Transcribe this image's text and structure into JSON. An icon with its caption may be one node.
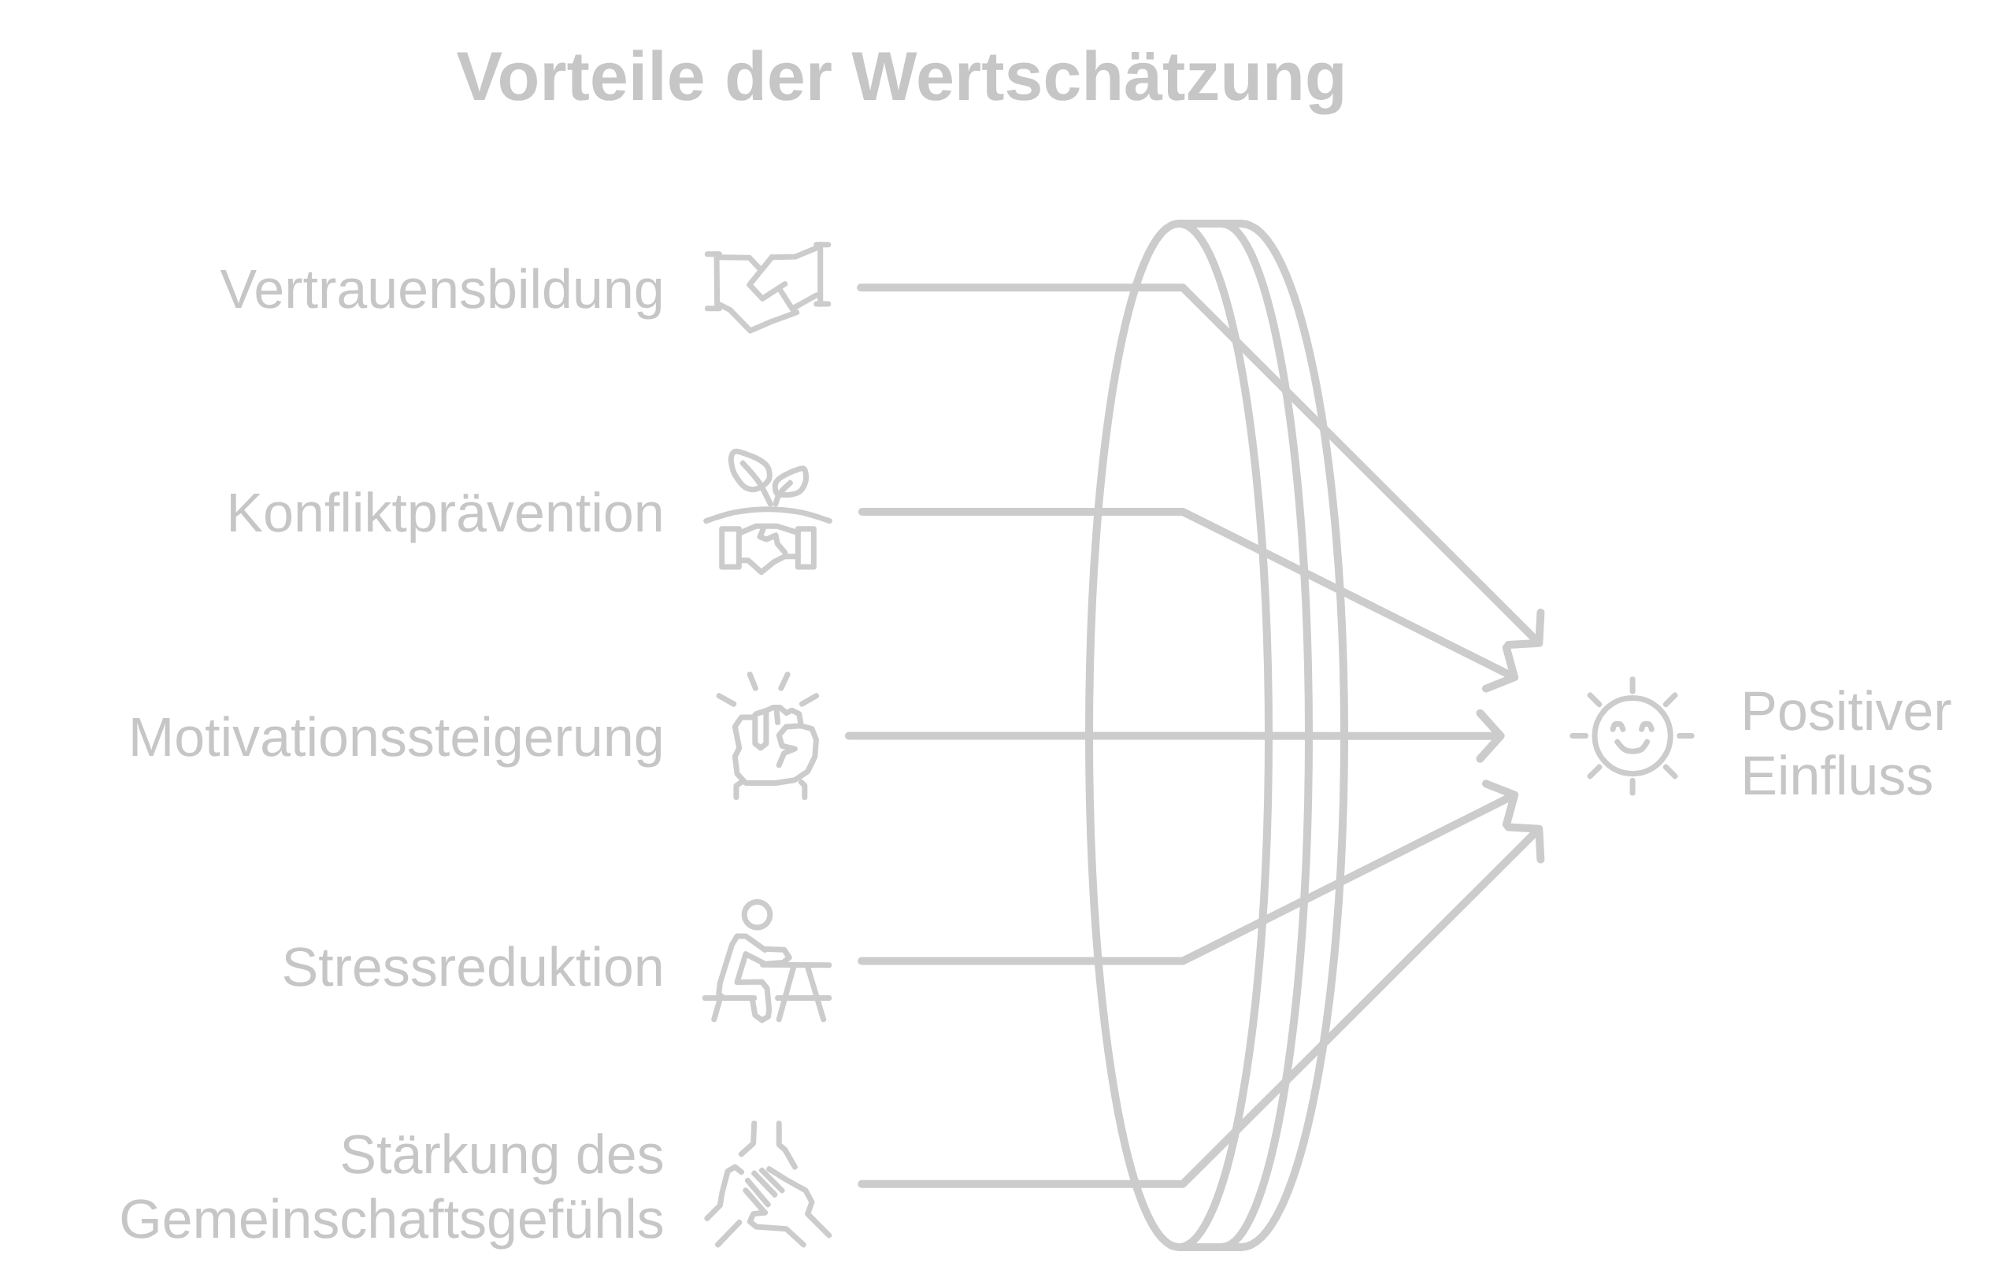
{
  "diagram": {
    "title": "Vorteile der Wertschätzung",
    "nodes": [
      {
        "text": [],
        "shape": "picture",
        "beside": [
          "Vertrauensbildung"
        ]
      },
      {
        "text": [],
        "shape": "picture",
        "beside": [
          "Konfliktprävention"
        ]
      },
      {
        "text": [],
        "shape": "picture",
        "beside": [
          "Motivationssteigerung"
        ]
      },
      {
        "text": [],
        "shape": "picture",
        "beside": [
          "Stressreduktion"
        ]
      },
      {
        "text": [],
        "shape": "picture",
        "beside": [
          "Stärkung des Gemeinschaftsgefühls"
        ]
      },
      {
        "text": [],
        "shape": "picture",
        "beside": [
          "Positiver Einfluss"
        ]
      }
    ],
    "edges": [
      {
        "from": 0,
        "to": 5,
        "arrow": "to"
      },
      {
        "from": 1,
        "to": 5,
        "arrow": "to"
      },
      {
        "from": 2,
        "to": 5,
        "arrow": "to"
      },
      {
        "from": 3,
        "to": 5,
        "arrow": "to"
      },
      {
        "from": 4,
        "to": 5,
        "arrow": "to"
      }
    ]
  }
}
